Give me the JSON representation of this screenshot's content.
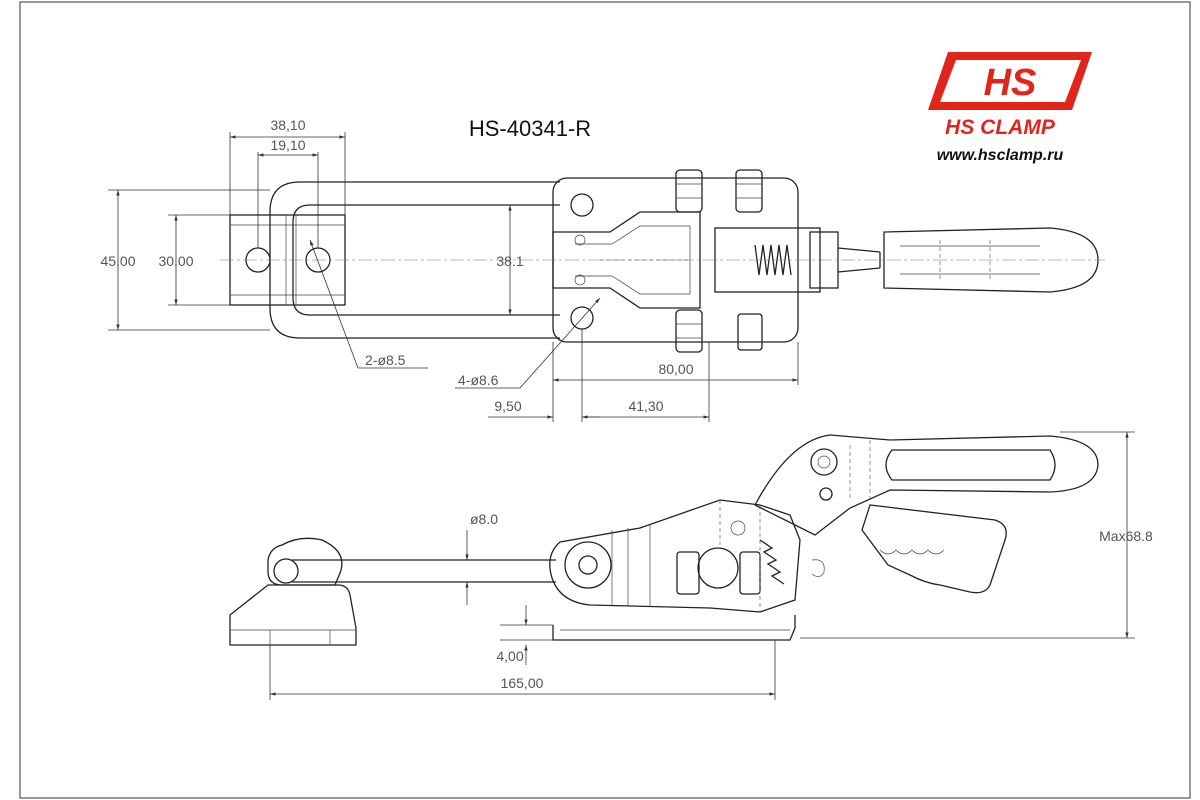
{
  "title": "HS-40341-R",
  "brand": {
    "logo_text": "HS",
    "name": "HS CLAMP",
    "url": "www.hsclamp.ru",
    "color": "#e1251b"
  },
  "dimensions": {
    "width_38_10": "38,10",
    "width_19_10": "19,10",
    "height_45_00": "45,00",
    "height_30_00": "30,00",
    "height_38_1": "38.1",
    "holes_2": "2-ø8.5",
    "holes_4": "4-ø8.6",
    "len_80_00": "80,00",
    "len_9_50": "9,50",
    "len_41_30": "41,30",
    "rod_dia": "ø8.0",
    "base_4_00": "4,00",
    "total_165_00": "165,00",
    "max_68_8": "Max68.8"
  }
}
